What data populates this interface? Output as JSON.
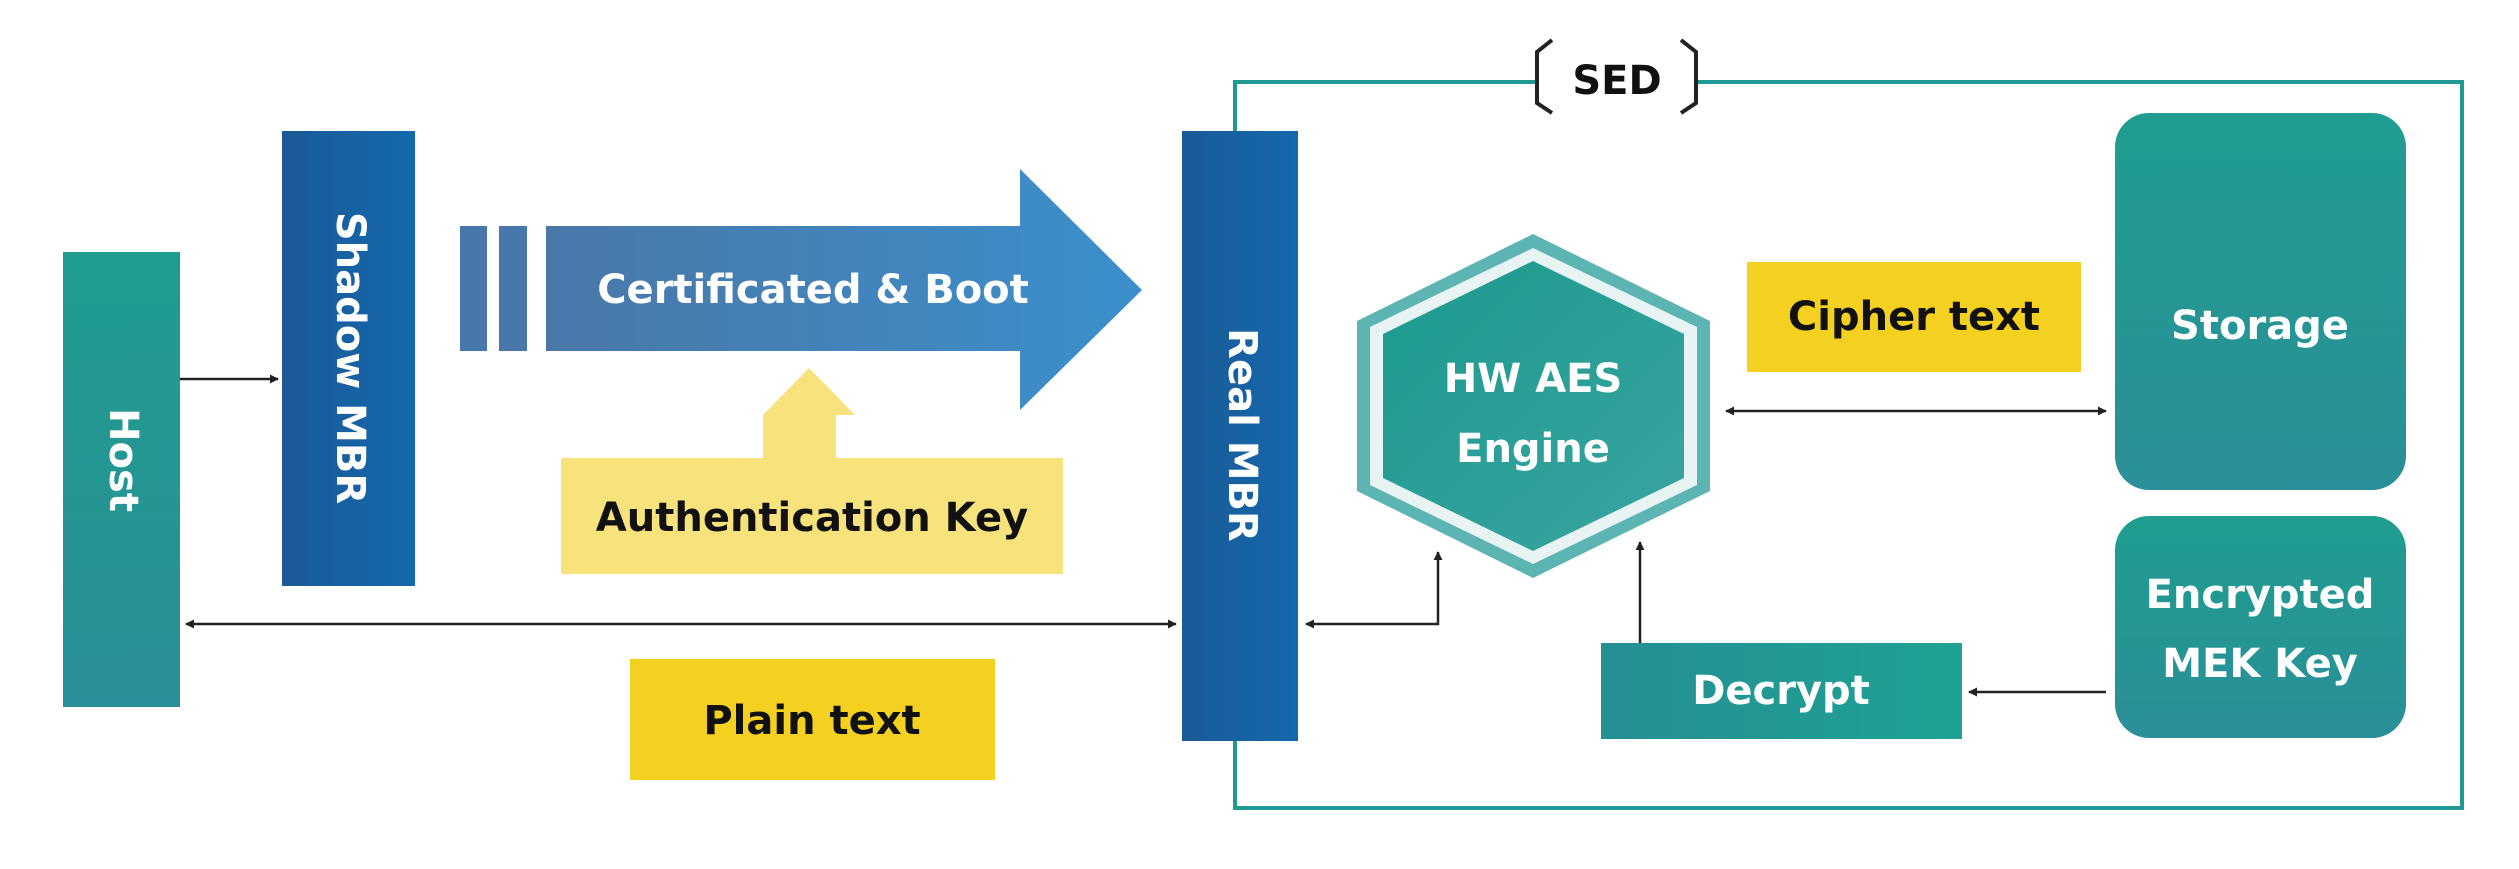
{
  "sed": {
    "label": "SED"
  },
  "host": {
    "label": "Host"
  },
  "shadow_mbr": {
    "label": "Shadow MBR"
  },
  "real_mbr": {
    "label": "Real MBR"
  },
  "boot_arrow": {
    "label": "Certificated & Boot"
  },
  "auth_key": {
    "label": "Authentication Key"
  },
  "plain_text": {
    "label": "Plain text"
  },
  "aes_engine": {
    "line1": "HW AES",
    "line2": "Engine"
  },
  "cipher_text": {
    "label": "Cipher text"
  },
  "storage": {
    "label": "Storage"
  },
  "mek_key": {
    "line1": "Encrypted",
    "line2": "MEK Key"
  },
  "decrypt": {
    "label": "Decrypt"
  },
  "colors": {
    "teal": "#229a92",
    "blue": "#175fa3",
    "yellow": "#f4d120",
    "light_yellow": "#f8e27c"
  }
}
